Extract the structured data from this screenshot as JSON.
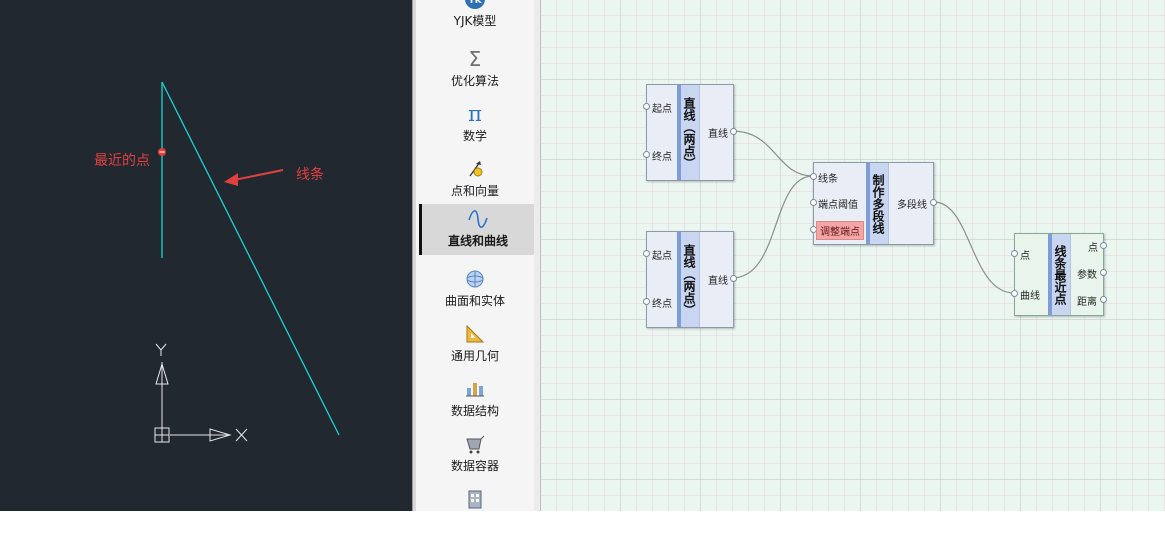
{
  "viewport": {
    "labels": {
      "nearest_point": "最近的点",
      "line": "线条"
    },
    "ucs": {
      "y_axis": "Y",
      "x_axis": "X"
    },
    "colors": {
      "background": "#212830",
      "curve": "#19d3d3",
      "annotation": "#e0413f"
    }
  },
  "sidebar": {
    "items": [
      {
        "label": "YJK模型",
        "icon": "yjk-logo-icon"
      },
      {
        "label": "优化算法",
        "icon": "sigma-icon"
      },
      {
        "label": "数学",
        "icon": "pi-icon"
      },
      {
        "label": "点和向量",
        "icon": "point-vector-icon"
      },
      {
        "label": "直线和曲线",
        "icon": "curve-icon",
        "active": true
      },
      {
        "label": "曲面和实体",
        "icon": "surface-solid-icon"
      },
      {
        "label": "通用几何",
        "icon": "ruler-icon"
      },
      {
        "label": "数据结构",
        "icon": "data-structure-icon"
      },
      {
        "label": "数据容器",
        "icon": "data-container-icon"
      },
      {
        "label": "",
        "icon": "building-icon"
      }
    ]
  },
  "nodes": {
    "line1": {
      "title": "直线（两点）",
      "inputs": [
        "起点",
        "终点"
      ],
      "outputs": [
        "直线"
      ]
    },
    "line2": {
      "title": "直线（两点）",
      "inputs": [
        "起点",
        "终点"
      ],
      "outputs": [
        "直线"
      ]
    },
    "polyline": {
      "title": "制作多段线",
      "inputs": [
        "线条",
        "端点阈值",
        "调整端点"
      ],
      "outputs": [
        "多段线"
      ]
    },
    "closest": {
      "title": "线条最近点",
      "inputs": [
        "点",
        "曲线"
      ],
      "outputs": [
        "点",
        "参数",
        "距离"
      ]
    }
  }
}
